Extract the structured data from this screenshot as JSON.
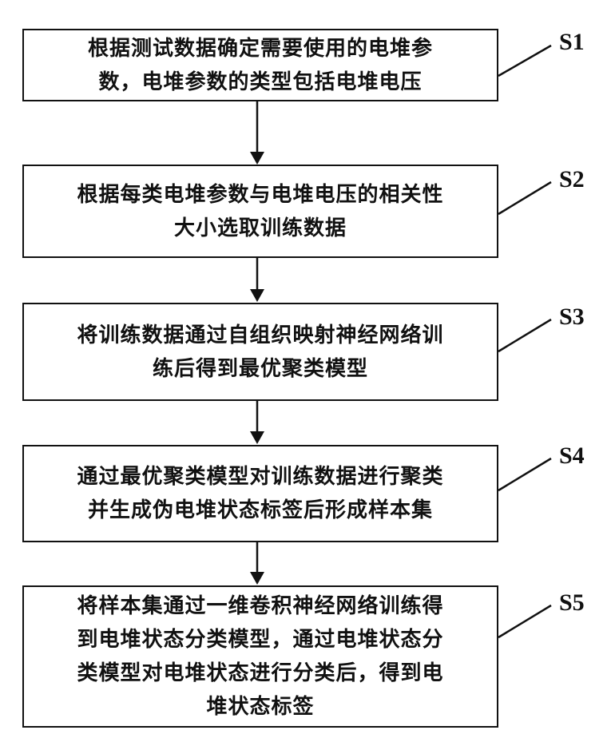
{
  "steps": [
    {
      "label": "S1",
      "text": "根据测试数据确定需要使用的电堆参\n数，电堆参数的类型包括电堆电压"
    },
    {
      "label": "S2",
      "text": "根据每类电堆参数与电堆电压的相关性\n大小选取训练数据"
    },
    {
      "label": "S3",
      "text": "将训练数据通过自组织映射神经网络训\n练后得到最优聚类模型"
    },
    {
      "label": "S4",
      "text": "通过最优聚类模型对训练数据进行聚类\n并生成伪电堆状态标签后形成样本集"
    },
    {
      "label": "S5",
      "text": "将样本集通过一维卷积神经网络训练得\n到电堆状态分类模型，通过电堆状态分\n类模型对电堆状态进行分类后，得到电\n堆状态标签"
    }
  ]
}
